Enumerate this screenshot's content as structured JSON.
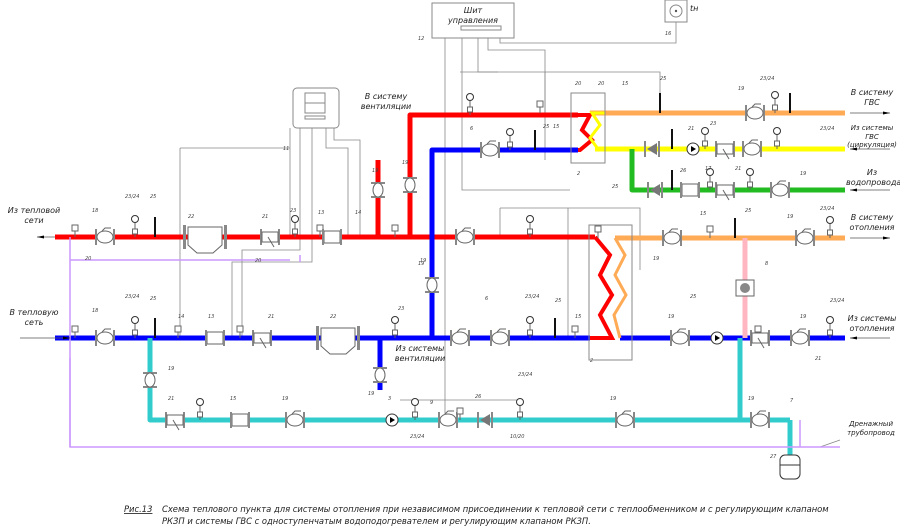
{
  "colors": {
    "supply": "#ff0000",
    "return": "#0000ff",
    "hot_water": "#ffaa55",
    "circulation": "#ffff00",
    "cold_water": "#22bb22",
    "heating_supply": "#ffaa55",
    "heating_return": "#0000ff",
    "dhw_loop": "#33cccc",
    "drain": "#cc99ff",
    "bypass": "#ffb6c1"
  },
  "labels": {
    "from_network": "Из тепловой сети",
    "to_network": "В тепловую сеть",
    "to_ventilation": "В систему вентиляции",
    "from_ventilation": "Из системы вентиляции",
    "control_panel": "Шит управления",
    "outdoor_temp": "tн",
    "to_dhw": "В систему ГВС",
    "from_dhw_circ": "Из системы ГВС (циркуляция)",
    "from_water_supply": "Из водопровода",
    "to_heating": "В систему отопления",
    "from_heating": "Из системы отопления",
    "drain_pipe": "Дренажный трубопровод"
  },
  "caption": {
    "figure": "Рис.13",
    "line1": "Схема теплового пункта для системы отопления при независимом присоединении к тепловой сети с теплообменником и с регулирующим клапаном",
    "line2": "РКЗП и системы ГВС с одноступенчатым водоподогревателем и регулирующим клапаном РКЗП."
  },
  "callouts": [
    "12",
    "16",
    "11",
    "18",
    "23/24",
    "25",
    "22",
    "21",
    "23",
    "20",
    "13",
    "14",
    "19",
    "19",
    "19",
    "6",
    "25",
    "15",
    "20",
    "20",
    "15",
    "25",
    "2",
    "26",
    "25",
    "21",
    "23",
    "19",
    "23/24",
    "17",
    "21",
    "19",
    "23/24",
    "20",
    "19",
    "15",
    "25",
    "19",
    "23/24",
    "8",
    "18",
    "23/24",
    "25",
    "14",
    "13",
    "21",
    "22",
    "23",
    "19",
    "19",
    "6",
    "23/24",
    "25",
    "15",
    "2",
    "19",
    "25",
    "19",
    "21",
    "23/24",
    "19",
    "21",
    "15",
    "19",
    "3",
    "23/24",
    "9",
    "26",
    "10/20",
    "23/24",
    "19",
    "19",
    "7",
    "27"
  ]
}
